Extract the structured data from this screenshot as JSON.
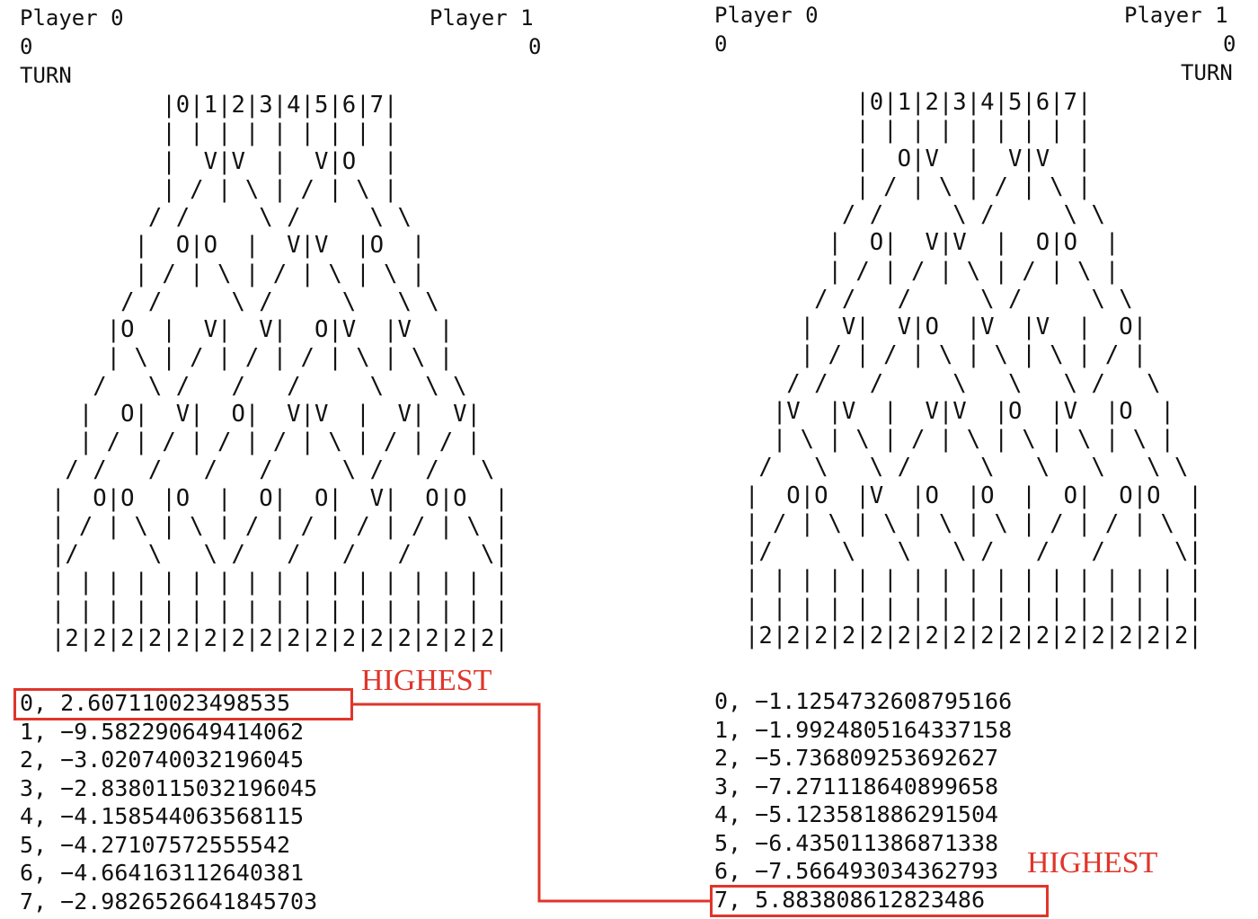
{
  "left": {
    "player0_label": "Player 0",
    "player1_label": "Player 1",
    "player0_score": "0",
    "player1_score": "0",
    "turn_label": "TURN",
    "board_lines": [
      "        |0|1|2|3|4|5|6|7|",
      "        | | | | | | | | |",
      "        |  V|V  |  V|O  |",
      "        | / | \\ | / | \\ |",
      "       / /     \\ /     \\ \\",
      "      |  O|O  |  V|V  |O  |",
      "      | / | \\ | / | \\ | \\ |",
      "     / /     \\ /     \\   \\ \\",
      "    |O  |  V|  V|  O|V  |V  |",
      "    | \\ | / | / | / | \\ | \\ |",
      "   /   \\ /   /   /     \\   \\ \\",
      "  |  O|  V|  O|  V|V  |  V|  V|",
      "  | / | / | / | / | \\ | / | / |",
      " / /   /   /   /     \\ /   /   \\",
      "|  O|O  |O  |  O|  O|  V|  O|O  |",
      "| / | \\ | \\ | / | / | / | / | \\ |",
      "|/     \\   \\ /   /   /   /     \\|",
      "| | | | | | | | | | | | | | | | |",
      "| | | | | | | | | | | | | | | | |",
      "|2|2|2|2|2|2|2|2|2|2|2|2|2|2|2|2|"
    ],
    "scores": [
      "0, 2.607110023498535",
      "1, −9.582290649414062",
      "2, −3.020740032196045",
      "3, −2.8380115032196045",
      "4, −4.158544063568115",
      "5, −4.27107572555542",
      "6, −4.664163112640381",
      "7, −2.9826526641845703"
    ],
    "highlight_label": "HIGHEST"
  },
  "right": {
    "player0_label": "Player 0",
    "player1_label": "Player 1",
    "player0_score": "0",
    "player1_score": "0",
    "turn_label": "TURN",
    "board_lines": [
      "        |0|1|2|3|4|5|6|7|",
      "        | | | | | | | | |",
      "        |  O|V  |  V|V  |",
      "        | / | \\ | / | \\ |",
      "       / /     \\ /     \\ \\",
      "      |  O|  V|V  |  O|O  |",
      "      | / | / | \\ | / | \\ |",
      "     / /   /     \\ /     \\ \\",
      "    |  V|  V|O  |V  |V  |  O|",
      "    | / | / | \\ | \\ | \\ | / |",
      "   / /   /     \\   \\   \\ /   \\",
      "  |V  |V  |  V|V  |O  |V  |O  |",
      "  | \\ | \\ | / | \\ | \\ | \\ | \\ |",
      " /   \\   \\ /     \\   \\   \\   \\ \\",
      "|  O|O  |V  |O  |O  |  O|  O|O  |",
      "| / | \\ | \\ | \\ | \\ | / | / | \\ |",
      "|/     \\   \\   \\ /   /   /     \\|",
      "| | | | | | | | | | | | | | | | |",
      "| | | | | | | | | | | | | | | | |",
      "|2|2|2|2|2|2|2|2|2|2|2|2|2|2|2|2|"
    ],
    "scores": [
      "0, −1.1254732608795166",
      "1, −1.9924805164337158",
      "2, −5.736809253692627",
      "3, −7.271118640899658",
      "4, −5.123581886291504",
      "5, −6.435011386871338",
      "6, −7.566493034362793",
      "7, 5.883808612823486"
    ],
    "highlight_label": "HIGHEST"
  },
  "colors": {
    "highlight": "#e0352b",
    "text": "#111111",
    "background": "#ffffff"
  }
}
